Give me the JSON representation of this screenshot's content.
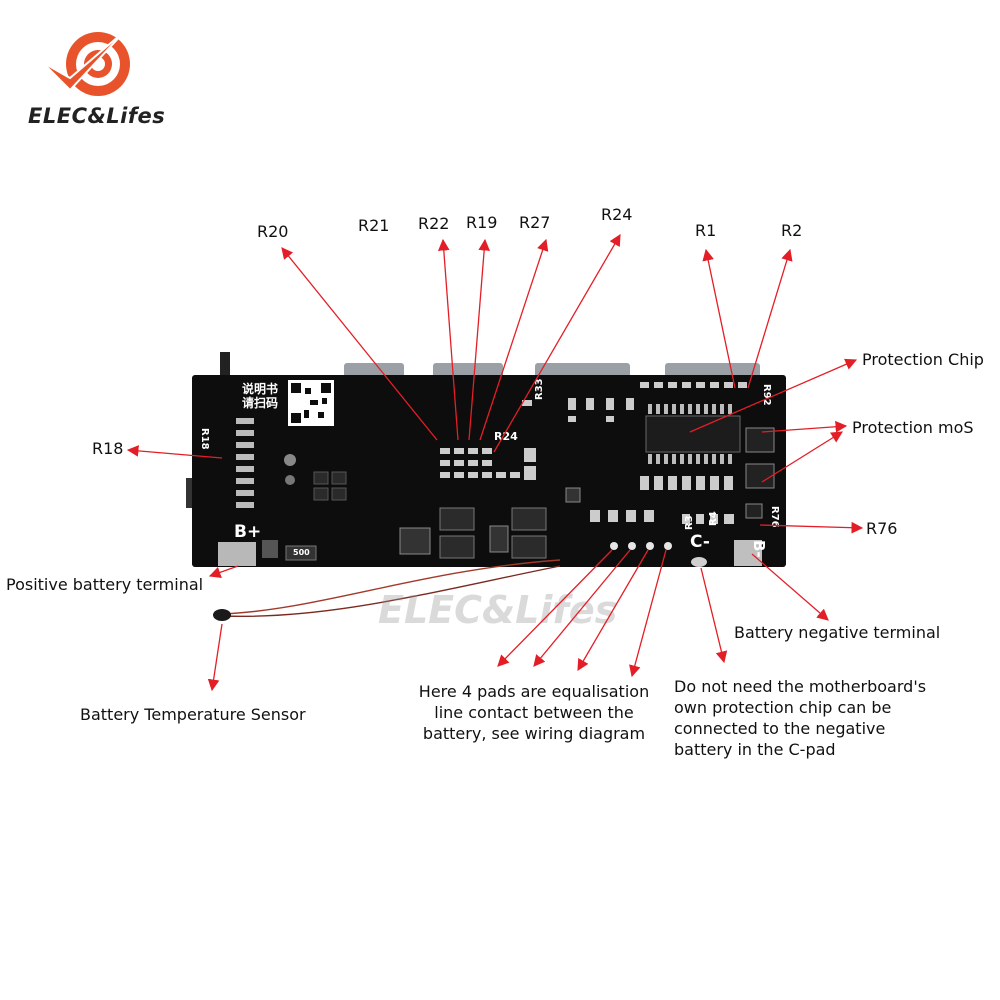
{
  "brand": {
    "logo_text": "ELEC&Lifes",
    "watermark": "ELEC&Lifes",
    "accent_color": "#e8532b"
  },
  "board": {
    "silk_qr_text_line1": "说明书",
    "silk_qr_text_line2": "请扫码",
    "silk_b_plus": "B+",
    "silk_b_minus": "B-",
    "silk_c_minus": "C-",
    "silk_r18": "R18",
    "silk_r33": "R33",
    "silk_r24": "R24",
    "silk_r3": "R3",
    "silk_r4": "R4",
    "silk_r76": "R76",
    "silk_r92": "R92",
    "silk_500": "500"
  },
  "labels": {
    "r20": "R20",
    "r21": "R21",
    "r22": "R22",
    "r19": "R19",
    "r27": "R27",
    "r24": "R24",
    "r1": "R1",
    "r2": "R2",
    "r18": "R18",
    "r76": "R76",
    "protection_chip": "Protection Chip",
    "protection_mos": "Protection moS",
    "positive_terminal": "Positive battery terminal",
    "negative_terminal": "Battery negative terminal",
    "temp_sensor": "Battery Temperature Sensor",
    "balance_line1": "Here 4 pads are equalisation",
    "balance_line2": "line contact between the",
    "balance_line3": "battery, see wiring diagram",
    "cpad_line1": "Do not need the motherboard's",
    "cpad_line2": "own protection chip can be",
    "cpad_line3": "connected to the negative",
    "cpad_line4": "battery in the C-pad"
  },
  "colors": {
    "arrow": "#e41e26",
    "board": "#0d0d0d",
    "silk": "#ffffff",
    "connector": "#9aa0a6"
  }
}
